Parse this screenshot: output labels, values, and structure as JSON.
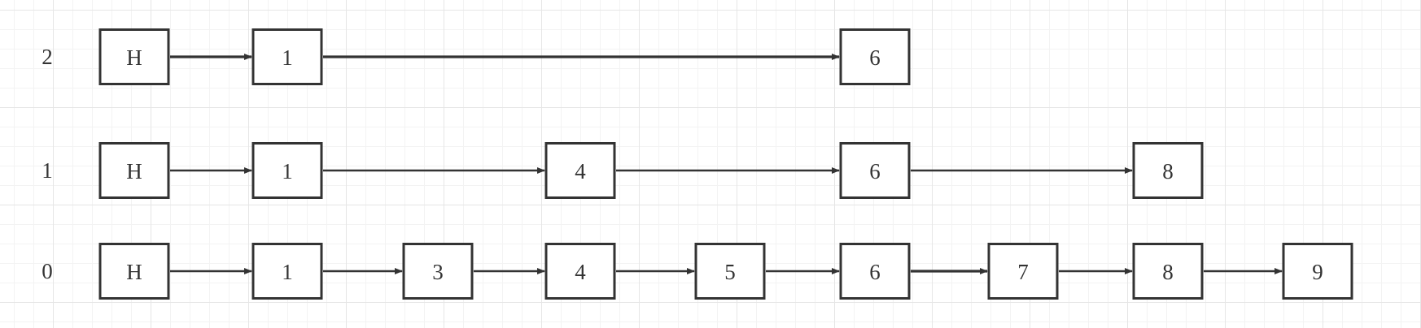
{
  "diagram": {
    "type": "skip-list",
    "colors": {
      "stroke": "#333333",
      "node_fill": "#ffffff",
      "grid": "#e6e6e6"
    },
    "levels": [
      {
        "label": "2",
        "nodes": [
          "H",
          "1",
          "6"
        ]
      },
      {
        "label": "1",
        "nodes": [
          "H",
          "1",
          "4",
          "6",
          "8"
        ]
      },
      {
        "label": "0",
        "nodes": [
          "H",
          "1",
          "3",
          "4",
          "5",
          "6",
          "7",
          "8",
          "9"
        ]
      }
    ]
  }
}
